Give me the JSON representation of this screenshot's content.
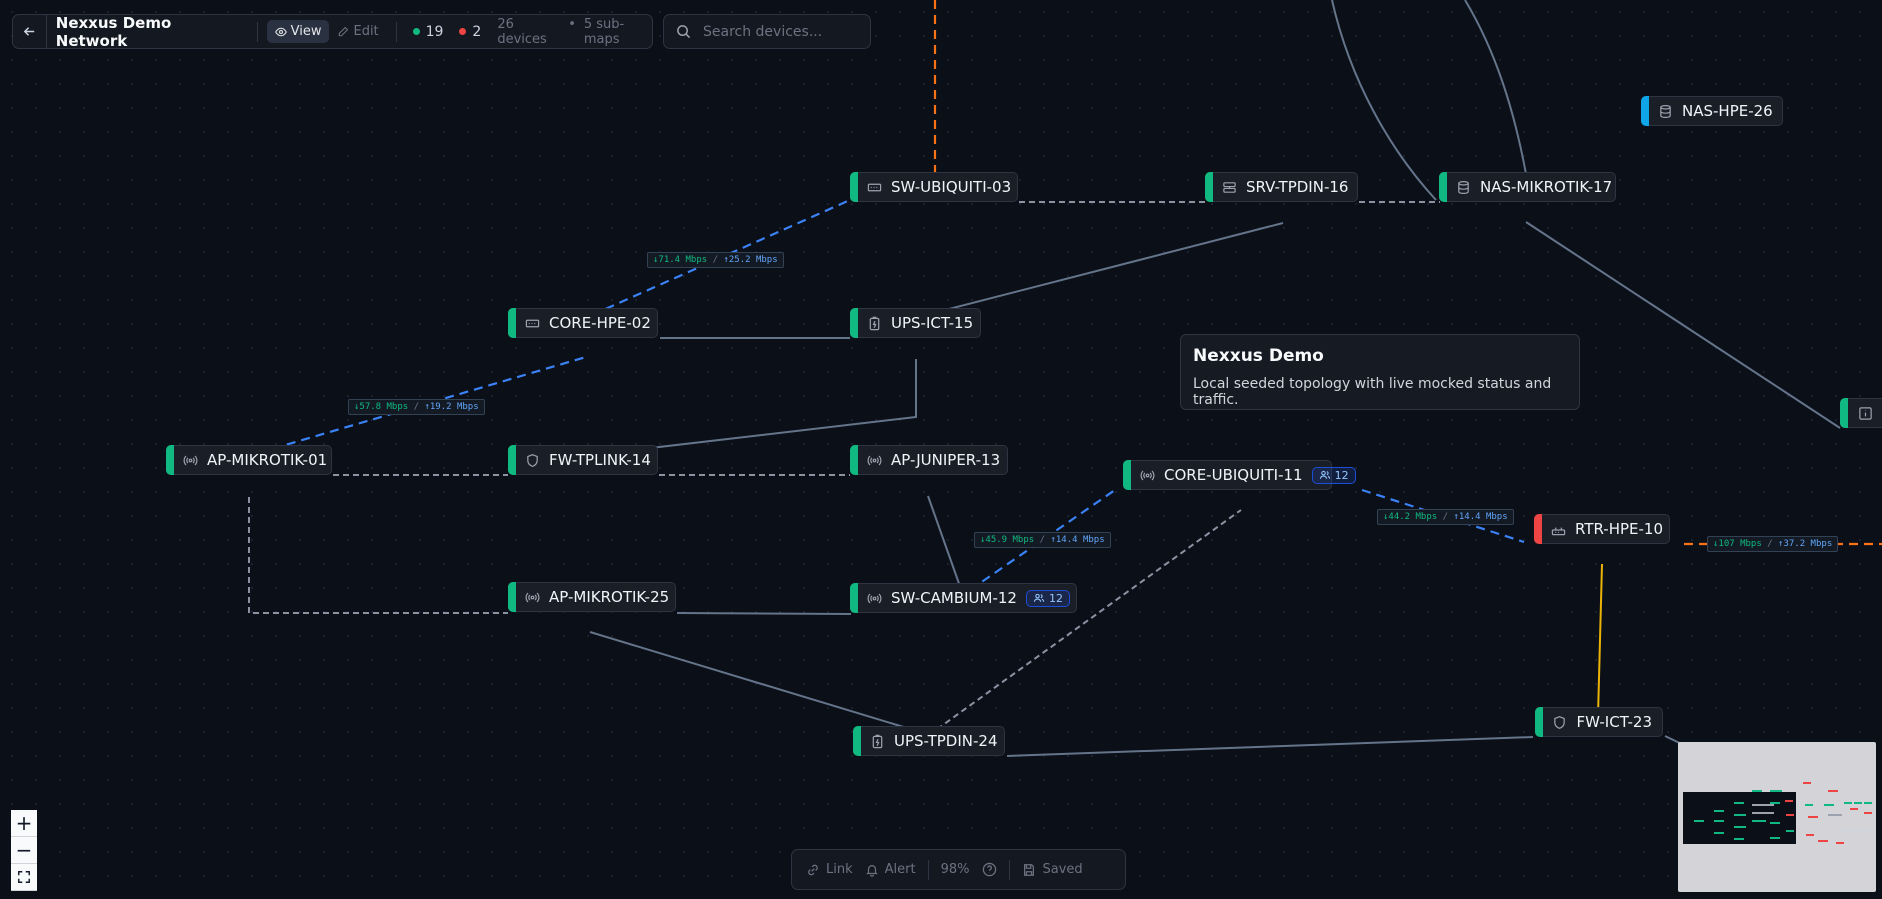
{
  "header": {
    "title": "Nexxus Demo Network",
    "modes": [
      {
        "label": "View",
        "active": true,
        "icon": "eye-icon"
      },
      {
        "label": "Edit",
        "active": false,
        "icon": "pencil-icon"
      }
    ],
    "online_count": "19",
    "offline_count": "2",
    "device_count": "26 devices",
    "submaps": "5 sub-maps",
    "meta_separator": "•"
  },
  "search": {
    "placeholder": "Search devices..."
  },
  "colors": {
    "online": "#10b981",
    "offline": "#ef4444",
    "info": "#0ea5e9",
    "link_dashed_blue": "#3b82f6",
    "link_solid": "#64748b",
    "link_orange": "#f97316",
    "link_yellow": "#eab308"
  },
  "nodes": [
    {
      "id": "n03",
      "label": "SW-UBIQUITI-03",
      "icon": "switch-icon",
      "status": "online"
    },
    {
      "id": "n16",
      "label": "SRV-TPDIN-16",
      "icon": "server-icon",
      "status": "online"
    },
    {
      "id": "n17",
      "label": "NAS-MIKROTIK-17",
      "icon": "database-icon",
      "status": "online"
    },
    {
      "id": "n26",
      "label": "NAS-HPE-26",
      "icon": "database-icon",
      "status": "info"
    },
    {
      "id": "n02",
      "label": "CORE-HPE-02",
      "icon": "switch-icon",
      "status": "online"
    },
    {
      "id": "n15",
      "label": "UPS-ICT-15",
      "icon": "battery-icon",
      "status": "online"
    },
    {
      "id": "n01",
      "label": "AP-MIKROTIK-01",
      "icon": "wifi-icon",
      "status": "online"
    },
    {
      "id": "n14",
      "label": "FW-TPLINK-14",
      "icon": "shield-icon",
      "status": "online"
    },
    {
      "id": "n13",
      "label": "AP-JUNIPER-13",
      "icon": "wifi-icon",
      "status": "online"
    },
    {
      "id": "n11",
      "label": "CORE-UBIQUITI-11",
      "icon": "wifi-icon",
      "status": "online",
      "badge": "12"
    },
    {
      "id": "n10",
      "label": "RTR-HPE-10",
      "icon": "router-icon",
      "status": "offline"
    },
    {
      "id": "n25",
      "label": "AP-MIKROTIK-25",
      "icon": "wifi-icon",
      "status": "online"
    },
    {
      "id": "n12",
      "label": "SW-CAMBIUM-12",
      "icon": "wifi-icon",
      "status": "online",
      "badge": "12"
    },
    {
      "id": "n24",
      "label": "UPS-TPDIN-24",
      "icon": "battery-icon",
      "status": "online"
    },
    {
      "id": "n23",
      "label": "FW-ICT-23",
      "icon": "shield-icon",
      "status": "online"
    },
    {
      "id": "nx",
      "label": "",
      "icon": "info-box-icon",
      "status": "online"
    }
  ],
  "edges": [
    {
      "from": "ext-top",
      "to": "n03",
      "style": "dashed",
      "color": "link_orange"
    },
    {
      "from": "n03",
      "to": "n16",
      "style": "dashed",
      "color": "link_solid"
    },
    {
      "from": "n16",
      "to": "n17",
      "style": "dashed",
      "color": "link_solid"
    },
    {
      "from": "n02",
      "to": "n03",
      "style": "dashed",
      "color": "link_dashed_blue",
      "traffic": {
        "down": "↓71.4 Mbps",
        "up": "↑25.2 Mbps"
      }
    },
    {
      "from": "n15",
      "to": "n16",
      "style": "solid",
      "color": "link_solid"
    },
    {
      "from": "n02",
      "to": "n15",
      "style": "solid",
      "color": "link_solid"
    },
    {
      "from": "n01",
      "to": "n02",
      "style": "dashed",
      "color": "link_dashed_blue",
      "traffic": {
        "down": "↓57.8 Mbps",
        "up": "↑19.2 Mbps"
      }
    },
    {
      "from": "n15",
      "to": "n14",
      "style": "solid",
      "color": "link_solid"
    },
    {
      "from": "n01",
      "to": "n14",
      "style": "dashed",
      "color": "link_solid"
    },
    {
      "from": "n14",
      "to": "n13",
      "style": "dashed",
      "color": "link_solid"
    },
    {
      "from": "n13",
      "to": "n12",
      "style": "solid",
      "color": "link_solid"
    },
    {
      "from": "n12",
      "to": "n11",
      "style": "dashed",
      "color": "link_dashed_blue",
      "traffic": {
        "down": "↓45.9 Mbps",
        "up": "↑14.4 Mbps"
      }
    },
    {
      "from": "n11",
      "to": "n10",
      "style": "dashed",
      "color": "link_dashed_blue",
      "traffic": {
        "down": "↓44.2 Mbps",
        "up": "↑14.4 Mbps"
      }
    },
    {
      "from": "n10",
      "to": "ext-right",
      "style": "dashed",
      "color": "link_orange",
      "traffic": {
        "down": "↓107 Mbps",
        "up": "↑37.2 Mbps"
      }
    },
    {
      "from": "n01",
      "to": "n25",
      "style": "dashed",
      "color": "link_solid"
    },
    {
      "from": "n25",
      "to": "n12",
      "style": "solid",
      "color": "link_solid"
    },
    {
      "from": "n25",
      "to": "n24",
      "style": "solid",
      "color": "link_solid"
    },
    {
      "from": "n24",
      "to": "n11",
      "style": "dashed",
      "color": "link_solid"
    },
    {
      "from": "n24",
      "to": "n23",
      "style": "solid",
      "color": "link_solid"
    },
    {
      "from": "n10",
      "to": "n23",
      "style": "solid",
      "color": "link_yellow"
    },
    {
      "from": "n17",
      "to": "nx",
      "style": "solid",
      "color": "link_solid"
    }
  ],
  "info_card": {
    "title": "Nexxus Demo",
    "description": "Local seeded topology with live mocked status and traffic."
  },
  "zoom_controls": [
    {
      "label": "+",
      "icon": "plus-icon"
    },
    {
      "label": "−",
      "icon": "minus-icon"
    },
    {
      "label": "",
      "icon": "fit-view-icon"
    }
  ],
  "toolbar": {
    "link_label": "Link",
    "alert_label": "Alert",
    "zoom": "98%",
    "saved_label": "Saved"
  }
}
